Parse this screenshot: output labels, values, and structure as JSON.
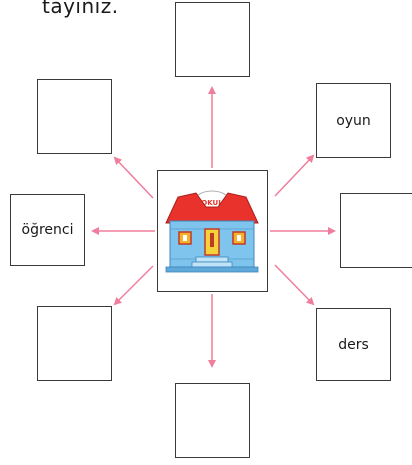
{
  "header": {
    "instruction_fragment": "tayınız."
  },
  "boxes": {
    "top": "",
    "top_left": "",
    "top_right": "oyun",
    "left": "öğrenci",
    "right": "",
    "bottom_left": "",
    "bottom_right": "ders",
    "bottom": ""
  },
  "school": {
    "roof_sign": "OKUL"
  },
  "colors": {
    "arrow": "#f07d9b",
    "roof": "#e8322b",
    "wall": "#7ec4ec",
    "door": "#f5d23a",
    "box_border": "#3a3a3a"
  },
  "icons": {
    "center_image": "school-building-icon"
  }
}
